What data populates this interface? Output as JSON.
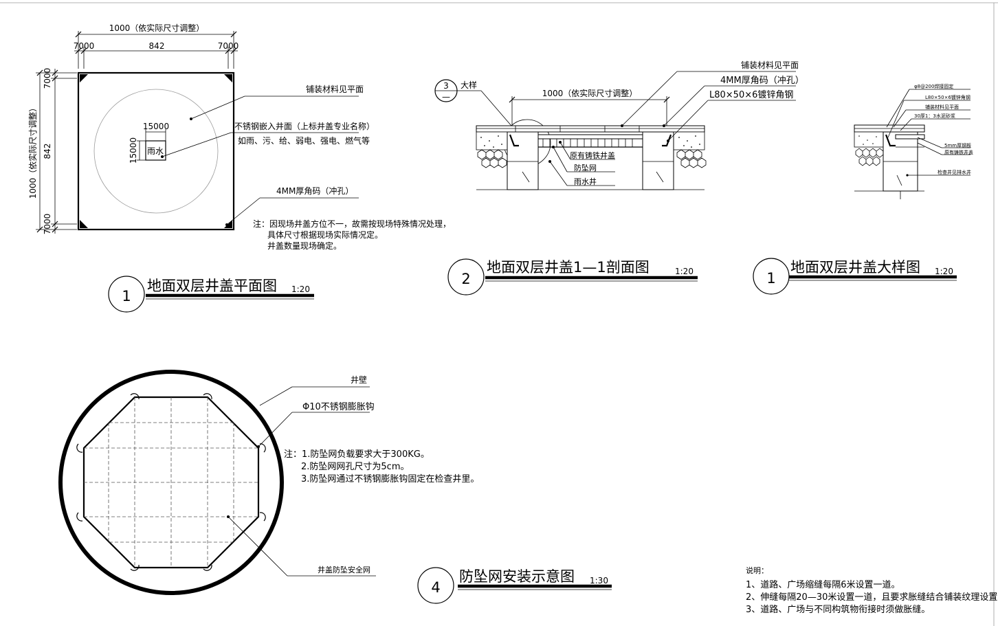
{
  "detail1": {
    "dim_top": "1000（依实际尺寸调整）",
    "dim_left_a": "7000",
    "dim_mid": "842",
    "dim_right_a": "7000",
    "dim_side_top": "7000",
    "dim_side_total": "1000（依实际尺寸调整）",
    "dim_side_mid": "842",
    "dim_side_bottom": "7000",
    "dim_box_w": "15000",
    "dim_box_h": "15000",
    "box_label": "雨水",
    "callout_paving": "铺装材料见平面",
    "callout_steel": "不锈钢嵌入井面（上标井盖专业名称）",
    "callout_types": "如雨、污、给、弱电、强电、燃气等",
    "callout_angle": "4MM厚角码（冲孔）",
    "note_1": "注：因现场井盖方位不一，故需按现场特殊情况处理，",
    "note_2": "具体尺寸根据现场实际情况定。",
    "note_3": "井盖数量现场确定。",
    "title_num": "1",
    "title": "地面双层井盖平面图",
    "scale": "1:20"
  },
  "detail2": {
    "ref_num": "3",
    "ref_sub": "—",
    "ref_label": "大样",
    "dim_top": "1000（依实际尺寸调整）",
    "callout_paving": "铺装材料见平面",
    "callout_angle": "4MM厚角码（冲孔）",
    "callout_steel": "L80×50×6镀锌角钢",
    "callout_cover": "原有铸铁井盖",
    "callout_net": "防坠网",
    "callout_well": "雨水井",
    "title_num": "2",
    "title": "地面双层井盖1—1剖面图",
    "scale": "1:20"
  },
  "detail3": {
    "label_1": "φ8@200焊接固定",
    "label_2": "L80×50×6镀锌角钢",
    "label_3": "铺装材料见平面",
    "label_4": "30厚1：3水泥砂浆",
    "label_5": "5mm厚钢板",
    "label_6": "原有铸铁井盖",
    "label_7": "检查井见排水井",
    "title_num": "1",
    "title": "地面双层井盖大样图",
    "scale": "1:20"
  },
  "detail4": {
    "callout_wall": "井壁",
    "callout_hook": "Φ10不锈钢膨胀钩",
    "callout_net": "井盖防坠安全网",
    "note_1": "注：1.防坠网负载要求大于300KG。",
    "note_2": "2.防坠网网孔尺寸为5cm。",
    "note_3": "3.防坠网通过不锈钢膨胀钩固定在检查井里。",
    "title_num": "4",
    "title": "防坠网安装示意图",
    "scale": "1:30"
  },
  "general_notes": {
    "heading": "说明：",
    "note_1": "1、道路、广场缩缝每隔6米设置一道。",
    "note_2": "2、伸缝每隔20—30米设置一道，且要求胀缝结合铺装纹理设置。",
    "note_3": "3、道路、广场与不同构筑物衔接时须做胀缝。"
  }
}
